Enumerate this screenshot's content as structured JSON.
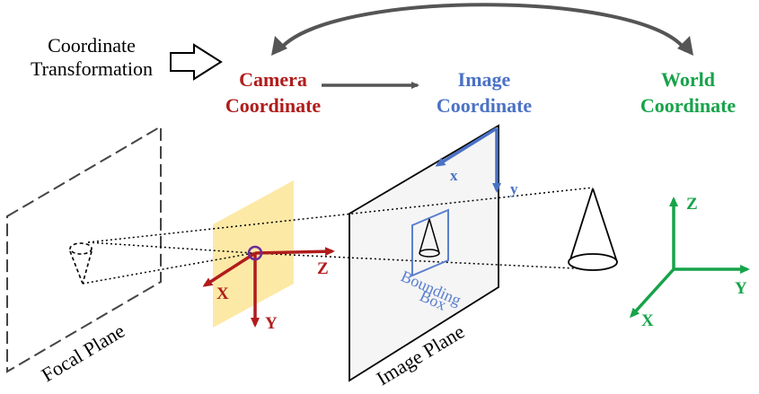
{
  "legend": {
    "line1": "Coordinate",
    "line2": "Transformation"
  },
  "coordinates": {
    "camera": {
      "line1": "Camera",
      "line2": "Coordinate",
      "color": "#b01c1c"
    },
    "image": {
      "line1": "Image",
      "line2": "Coordinate",
      "color": "#4a72c4"
    },
    "world": {
      "line1": "World",
      "line2": "Coordinate",
      "color": "#17a34a"
    }
  },
  "planes": {
    "focal": "Focal Plane",
    "image": "Image Plane"
  },
  "bounding_box": {
    "line1": "Bounding",
    "line2": "Box",
    "color": "#5a7fcf"
  },
  "camera_axes": {
    "x": "X",
    "y": "Y",
    "z": "Z"
  },
  "image_axes": {
    "x": "x",
    "y": "y"
  },
  "world_axes": {
    "x": "X",
    "y": "Y",
    "z": "Z"
  },
  "colors": {
    "lens_fill": "#fde9a6",
    "plane_fill": "#f5f5f5",
    "arrow_gray": "#555555",
    "lens_center": "#6a2a9a"
  }
}
